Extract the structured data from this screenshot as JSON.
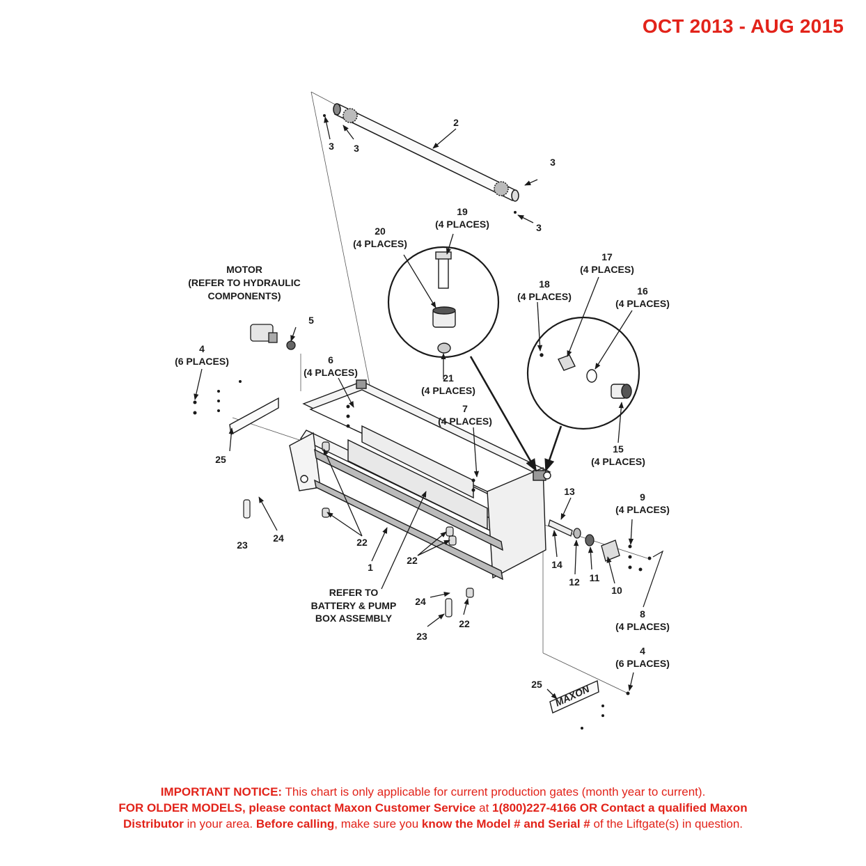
{
  "header": {
    "date_range": "OCT 2013 - AUG 2015"
  },
  "diagram": {
    "callouts": {
      "c1": "1",
      "c2": "2",
      "c3a": "3",
      "c3b": "3",
      "c3c": "3",
      "c3d": "3",
      "c4a": "4",
      "c4a_qty": "(6 PLACES)",
      "c4b": "4",
      "c4b_qty": "(6 PLACES)",
      "c5": "5",
      "c6": "6",
      "c6_qty": "(4 PLACES)",
      "c7": "7",
      "c7_qty": "(4 PLACES)",
      "c8": "8",
      "c8_qty": "(4 PLACES)",
      "c9": "9",
      "c9_qty": "(4 PLACES)",
      "c10": "10",
      "c11": "11",
      "c12": "12",
      "c13": "13",
      "c14": "14",
      "c15": "15",
      "c15_qty": "(4 PLACES)",
      "c16": "16",
      "c16_qty": "(4 PLACES)",
      "c17": "17",
      "c17_qty": "(4 PLACES)",
      "c18": "18",
      "c18_qty": "(4 PLACES)",
      "c19": "19",
      "c19_qty": "(4 PLACES)",
      "c20": "20",
      "c20_qty": "(4 PLACES)",
      "c21": "21",
      "c21_qty": "(4 PLACES)",
      "c22a": "22",
      "c22b": "22",
      "c22c": "22",
      "c23a": "23",
      "c23b": "23",
      "c24a": "24",
      "c24b": "24",
      "c25a": "25",
      "c25b": "25"
    },
    "motor_label": [
      "MOTOR",
      "(REFER TO HYDRAULIC",
      "COMPONENTS)"
    ],
    "battery_label": [
      "REFER TO",
      "BATTERY & PUMP",
      "BOX ASSEMBLY"
    ],
    "plate_logo": "MAXON"
  },
  "notice": {
    "l1_bold": "IMPORTANT NOTICE:",
    "l1_text": " This chart is only applicable for current production gates (month year to current).",
    "l2_bold1": "FOR OLDER MODELS, please contact Maxon Customer Service",
    "l2_text1": " at ",
    "l2_bold2": "1(800)227-4166 OR Contact a qualified Maxon",
    "l3_bold1": "Distributor",
    "l3_text1": " in your area. ",
    "l3_bold2": "Before calling",
    "l3_text2": ", make sure you ",
    "l3_bold3": "know the Model # and Serial #",
    "l3_text3": " of the Liftgate(s) in question."
  },
  "colors": {
    "accent_red": "#e2231a",
    "line": "#1a1a1a"
  }
}
